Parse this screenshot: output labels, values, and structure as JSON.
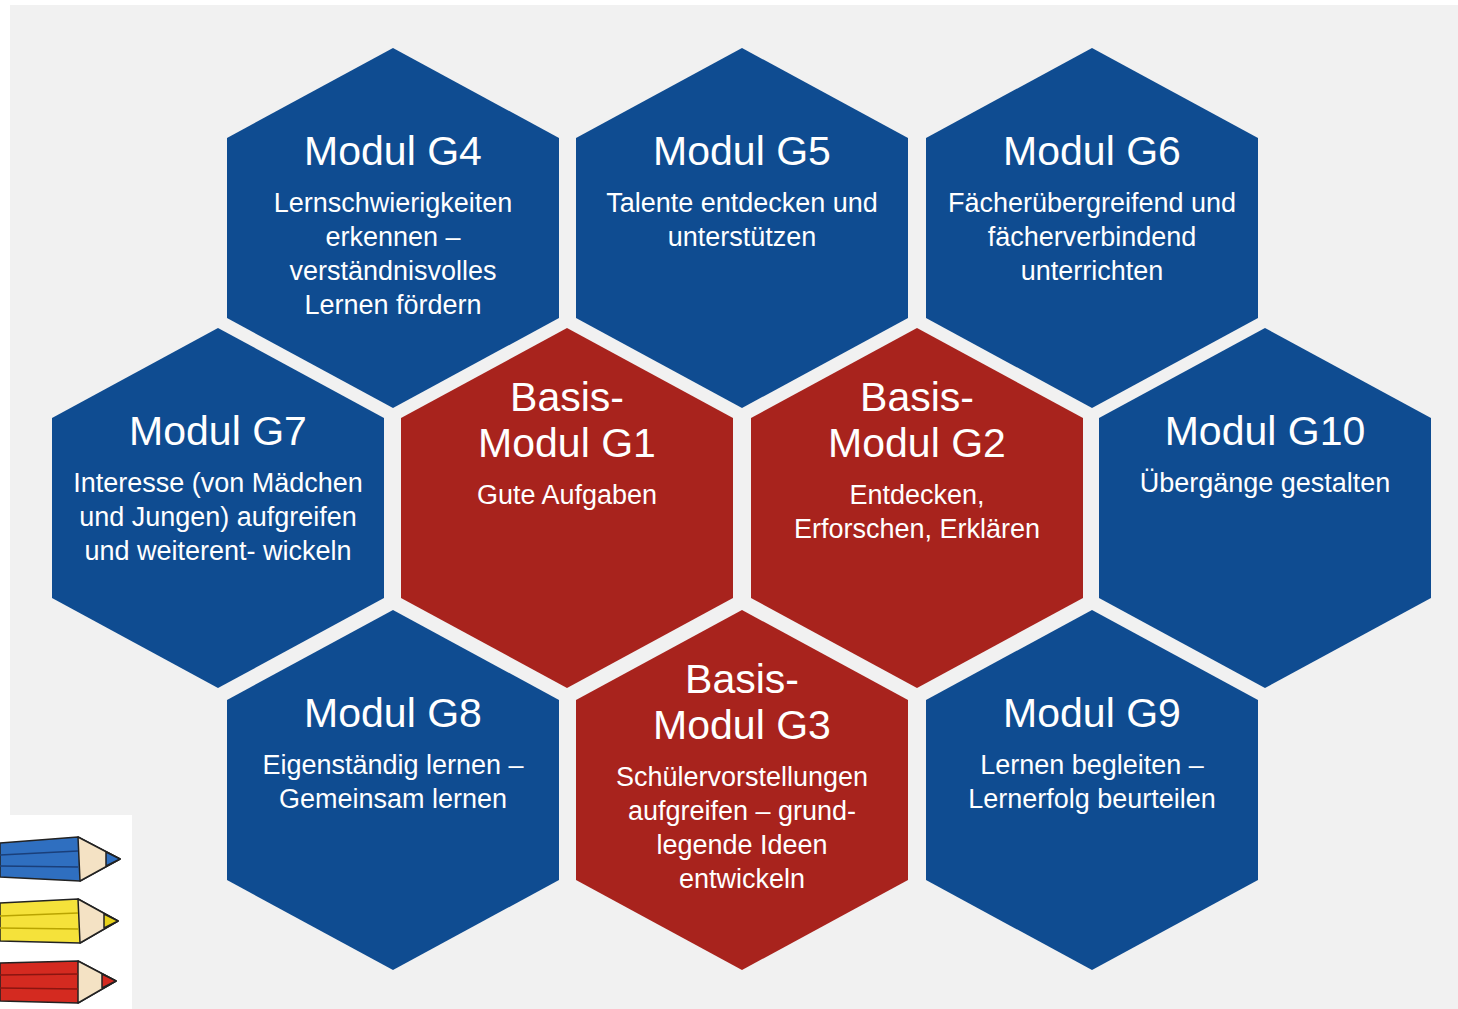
{
  "diagram": {
    "nodes": [
      {
        "text": [
          "Modul G4",
          "Lernschwierigkeiten erkennen – verständnisvolles Lernen fördern"
        ]
      },
      {
        "text": [
          "Modul G5",
          "Talente entdecken und unterstützen"
        ]
      },
      {
        "text": [
          "Modul G6",
          "Fächerübergreifend und fächerverbindend unterrichten"
        ]
      },
      {
        "text": [
          "Modul G7",
          "Interesse (von Mädchen und Jungen) aufgreifen und weiterent- wickeln"
        ]
      },
      {
        "text": [
          "Basis- Modul G1",
          "Gute Aufgaben"
        ]
      },
      {
        "text": [
          "Basis- Modul G2",
          "Entdecken, Erforschen, Erklären"
        ]
      },
      {
        "text": [
          "Modul G10",
          "Übergänge gestalten"
        ]
      },
      {
        "text": [
          "Modul G8",
          "Eigenständig lernen – Gemeinsam lernen"
        ]
      },
      {
        "text": [
          "Basis- Modul G3",
          "Schülervorstellungen aufgreifen – grund- legende Ideen entwickeln"
        ]
      },
      {
        "text": [
          "Modul G9",
          "Lernen begleiten – Lernerfolg beurteilen"
        ]
      }
    ]
  }
}
